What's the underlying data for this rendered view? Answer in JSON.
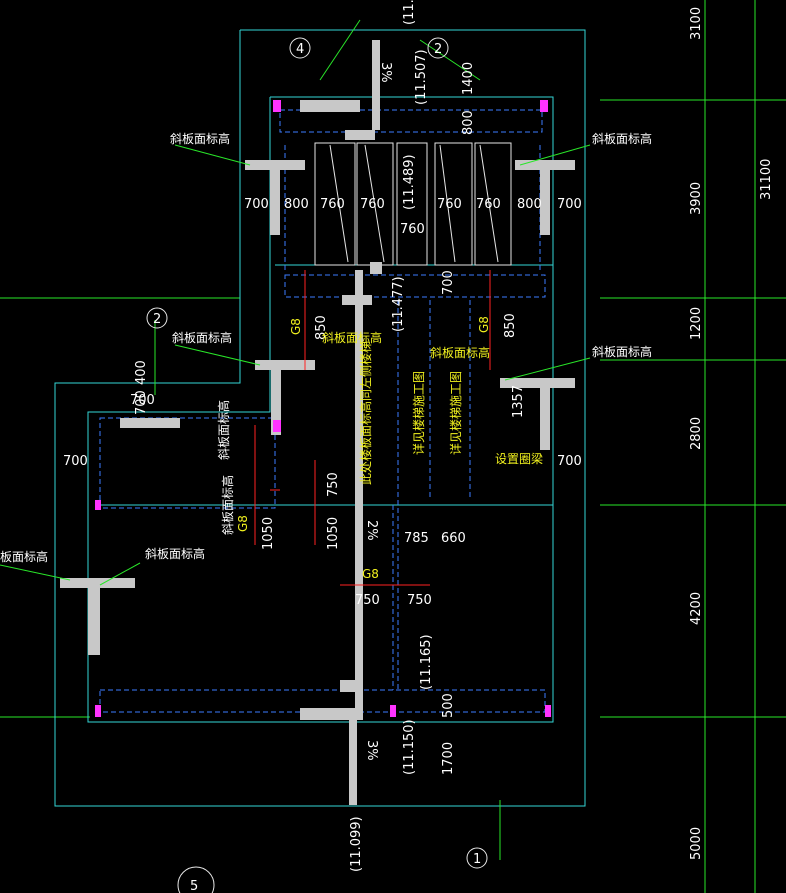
{
  "drawing": {
    "dim_right": [
      "3100",
      "3900",
      "31100",
      "1200",
      "2800",
      "4200",
      "5000"
    ],
    "dims_top": [
      "700",
      "800",
      "760",
      "760",
      "760",
      "760",
      "760",
      "800",
      "700",
      "1400",
      "800",
      "700"
    ],
    "dims_mid": [
      "850",
      "850",
      "700",
      "1357",
      "700",
      "700",
      "400",
      "700"
    ],
    "dims_lower": [
      "750",
      "1050",
      "1050",
      "785",
      "660",
      "750",
      "750",
      "500",
      "1700"
    ],
    "elevations": [
      "(11.507)",
      "(11.489)",
      "(11.477)",
      "(11.165)",
      "(11.150)",
      "(11.099)",
      "(11.5"
    ],
    "slopes": [
      "3%",
      "2%",
      "3%"
    ],
    "beam_tags": [
      "G8",
      "G8",
      "G8",
      "G8"
    ],
    "notes": {
      "slope_a": "斜板面标高",
      "slope_b": "斜板面标高",
      "slope_c": "斜板面标高",
      "slope_d": "斜板面标高",
      "slope_e": "斜板面标高",
      "slope_f": "斜板面标高",
      "slope_g": "斜板面标高",
      "slope_h": "斜板面标高",
      "slope_i": "板面标高",
      "vertical_note": "此处楼板面标高同左侧楼梯",
      "center_note_1": "详见楼梯施工图",
      "center_note_2": "详见楼梯施工图",
      "ring_beam": "设置圈梁"
    },
    "markers": [
      "4",
      "2",
      "2",
      "1",
      "5"
    ]
  }
}
